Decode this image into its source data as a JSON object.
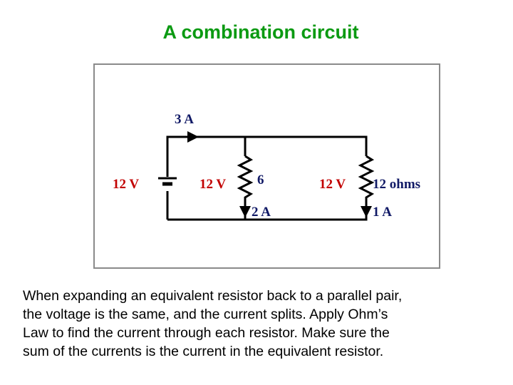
{
  "title": "A combination circuit",
  "diagram": {
    "total_current": "3 A",
    "source_voltage": "12 V",
    "r1_voltage": "12 V",
    "r1_value": "6",
    "r1_current": "2 A",
    "r2_voltage": "12 V",
    "r2_value": "12 ohms",
    "r2_current": "1 A"
  },
  "description": "When expanding an equivalent resistor back to a parallel pair,\nthe voltage is the same, and the current splits. Apply Ohm’s\nLaw to find the current through each resistor. Make sure the\nsum of the currents is the current in the equivalent resistor.",
  "colors": {
    "title": "#0b9a12",
    "voltage_labels": "#c20000",
    "current_and_resistance_labels": "#111a66",
    "wires": "#000000"
  }
}
